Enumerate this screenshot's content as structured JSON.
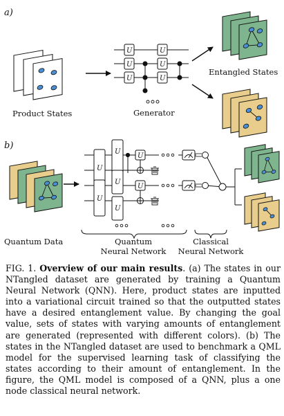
{
  "panel_a": {
    "label": "a)",
    "product_states": "Product States",
    "generator": "Generator",
    "gate_label": "U",
    "entangled_states": "Entangled States"
  },
  "panel_b": {
    "label": "b)",
    "quantum_data": "Quantum Data",
    "qnn_line1": "Quantum",
    "qnn_line2": "Neural Network",
    "cnn_line1": "Classical",
    "cnn_line2": "Neural Network",
    "gate_label": "U"
  },
  "caption": {
    "fig_label": "FIG. 1.",
    "bold_title": "Overview of our main results",
    "text": ". (a) The states in our NTangled dataset are generated by training a Quantum Neural Network (QNN). Here, product states are inputted into a variational circuit trained so that the outputted states have a desired entanglement value. By changing the goal value, sets of states with varying amounts of entanglement are generated (represented with different colors). (b) The states in the NTangled dataset are used to benchmark a QML model for the supervised learning task of classifying the states according to their amount of entanglement. In the figure, the QML model is composed of a QNN, plus a one node classical neural network."
  },
  "colors": {
    "green": "#7fb58e",
    "tan": "#e8cd8c",
    "node": "#4a8fd4",
    "line": "#111111"
  }
}
